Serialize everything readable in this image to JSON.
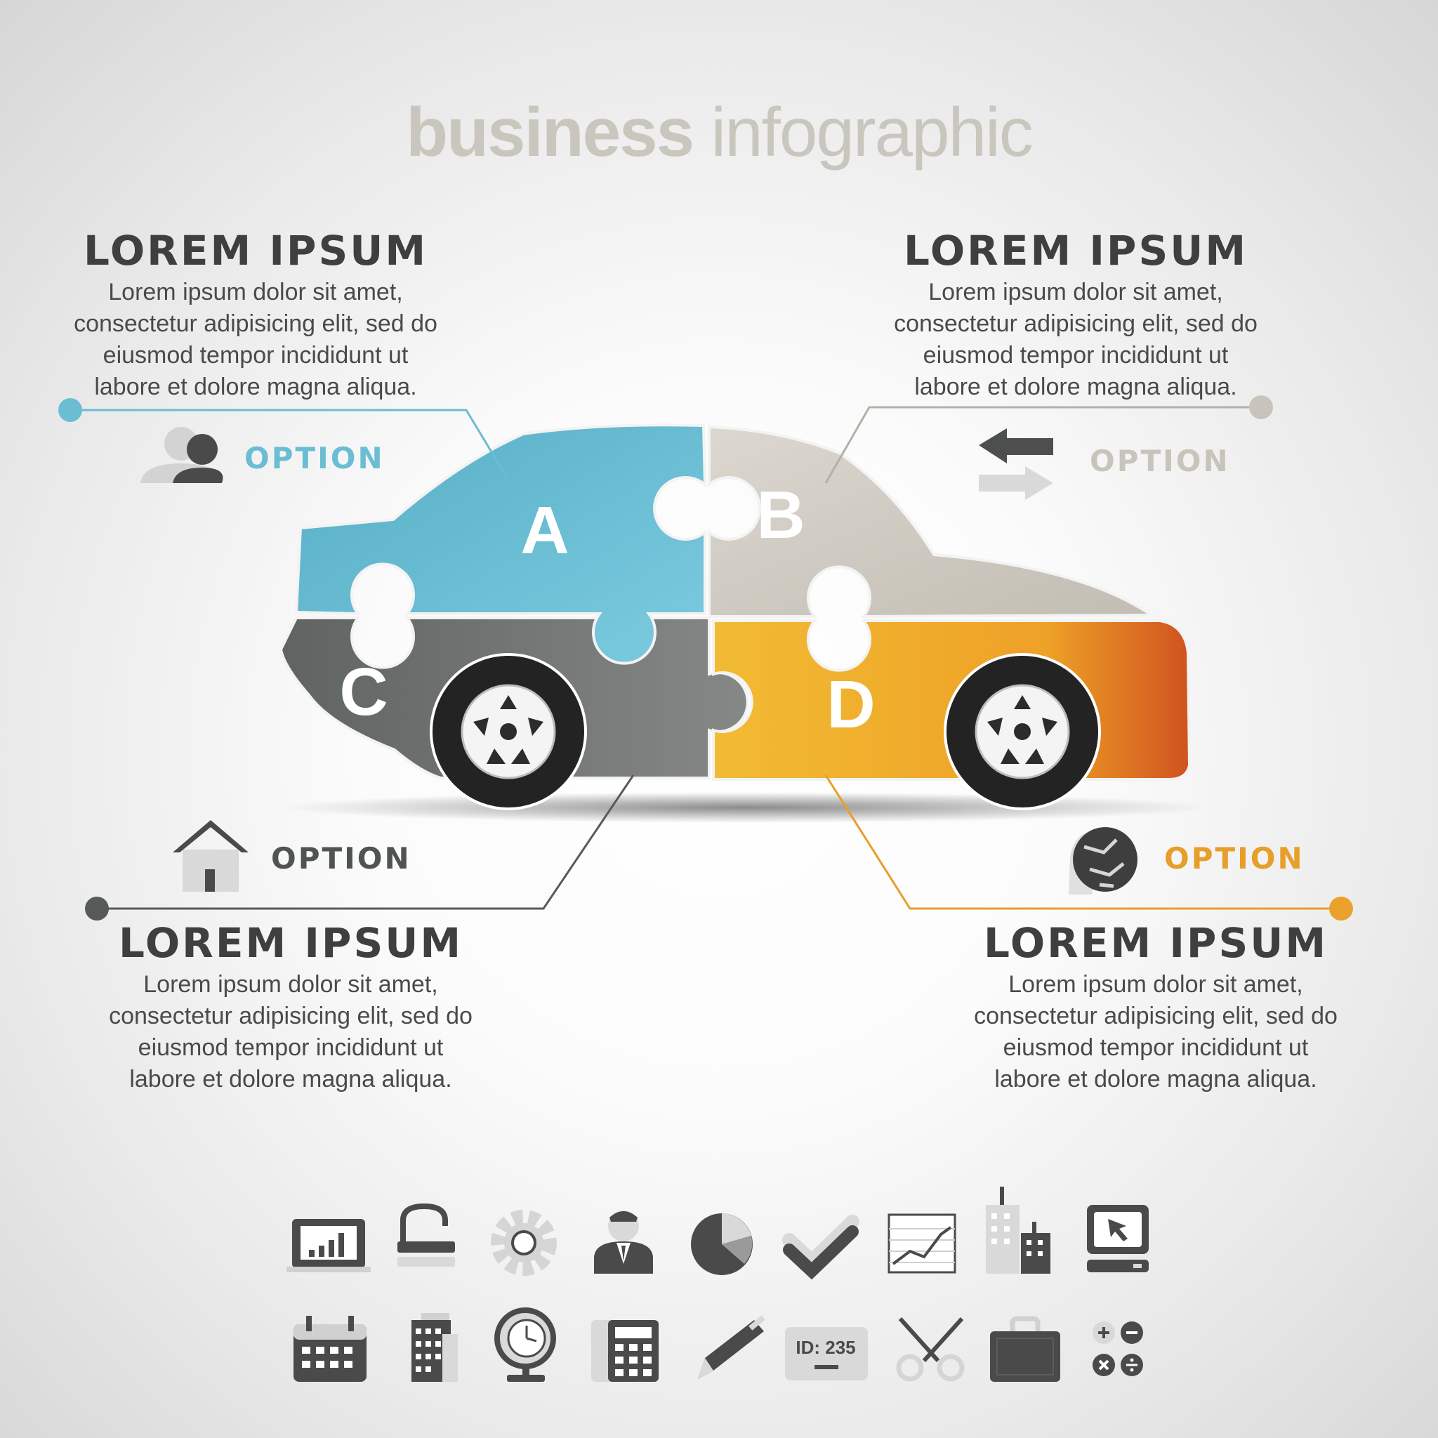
{
  "title": {
    "bold": "business",
    "light": "infographic"
  },
  "colors": {
    "a": "#6bbdd3",
    "b": "#cfcac1",
    "c": "#6a6e6c",
    "d": "#f0a62a",
    "title": "#c9c6be"
  },
  "pieces": [
    {
      "letter": "A"
    },
    {
      "letter": "B"
    },
    {
      "letter": "C"
    },
    {
      "letter": "D"
    }
  ],
  "blocks": [
    {
      "heading": "LOREM IPSUM",
      "text": "Lorem ipsum dolor sit amet,\nconsectetur adipisicing elit, sed do\neiusmod tempor incididunt ut\nlabore et dolore magna aliqua.",
      "option": "OPTION",
      "icon": "people-icon"
    },
    {
      "heading": "LOREM IPSUM",
      "text": "Lorem ipsum dolor sit amet,\nconsectetur adipisicing elit, sed do\neiusmod tempor incididunt ut\nlabore et dolore magna aliqua.",
      "option": "OPTION",
      "icon": "arrows-exchange-icon"
    },
    {
      "heading": "LOREM IPSUM",
      "text": "Lorem ipsum dolor sit amet,\nconsectetur adipisicing elit, sed do\neiusmod tempor incididunt ut\nlabore et dolore magna aliqua.",
      "option": "OPTION",
      "icon": "house-icon"
    },
    {
      "heading": "LOREM IPSUM",
      "text": "Lorem ipsum dolor sit amet,\nconsectetur adipisicing elit, sed do\neiusmod tempor incididunt ut\nlabore et dolore magna aliqua.",
      "option": "OPTION",
      "icon": "head-globe-icon"
    }
  ],
  "icons_row1": [
    "monitor-chart-icon",
    "padlock-icon",
    "gear-icon",
    "businessman-icon",
    "pie-chart-icon",
    "checkmark-icon",
    "line-chart-icon",
    "buildings-icon",
    "computer-cursor-icon"
  ],
  "icons_row2": [
    "calendar-icon",
    "office-building-icon",
    "globe-clock-icon",
    "calculator-icon",
    "pen-icon",
    "id-card-icon",
    "scissors-icon",
    "briefcase-icon",
    "math-symbols-icon"
  ],
  "id_card_text": "ID: 235"
}
